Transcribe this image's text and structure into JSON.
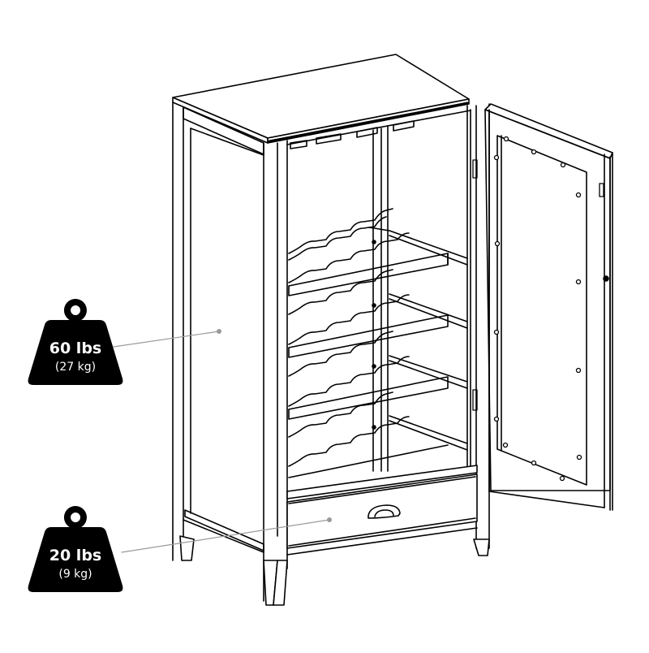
{
  "diagram": {
    "subject": "Wine cabinet with open door, 3 wine rack shelves and bottom drawer",
    "line_color": "#000000",
    "callout_line_color": "#9a9a9a",
    "weight_badge_color": "#000000",
    "callouts": [
      {
        "id": "cabinet",
        "weight": "60 lbs",
        "metric": "(27 kg)",
        "target": "cabinet side / shelf area"
      },
      {
        "id": "drawer",
        "weight": "20 lbs",
        "metric": "(9 kg)",
        "target": "drawer"
      }
    ]
  }
}
